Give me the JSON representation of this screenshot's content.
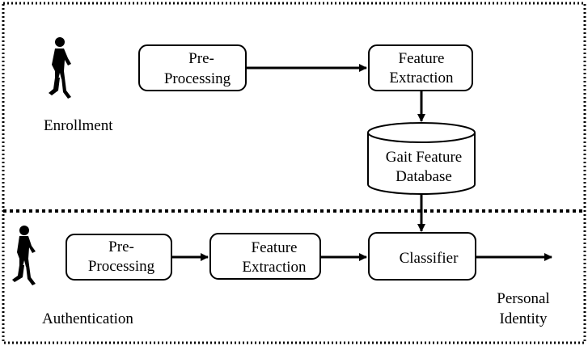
{
  "sections": {
    "enrollment": {
      "label": "Enrollment",
      "figure": "walking-person-icon"
    },
    "authentication": {
      "label": "Authentication",
      "figure": "walking-person-icon"
    }
  },
  "nodes": {
    "enroll_preprocessing": {
      "line1": "Pre-",
      "line2": "Processing"
    },
    "enroll_feature_extraction": {
      "line1": "Feature",
      "line2": "Extraction"
    },
    "database": {
      "line1": "Gait Feature",
      "line2": "Database"
    },
    "auth_preprocessing": {
      "line1": "Pre-",
      "line2": "Processing"
    },
    "auth_feature_extraction": {
      "line1": "Feature",
      "line2": "Extraction"
    },
    "classifier": {
      "label": "Classifier"
    }
  },
  "output": {
    "line1": "Personal",
    "line2": "Identity"
  },
  "colors": {
    "stroke": "#000000",
    "box_fill": "#ffffff"
  }
}
